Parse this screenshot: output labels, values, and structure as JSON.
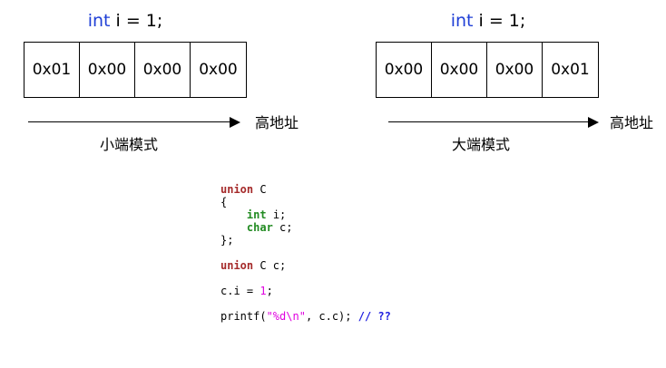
{
  "little_endian": {
    "decl_keyword": "int",
    "decl_rest": " i = 1;",
    "bytes": [
      "0x01",
      "0x00",
      "0x00",
      "0x00"
    ],
    "address_label": "高地址",
    "mode_label": "小端模式"
  },
  "big_endian": {
    "decl_keyword": "int",
    "decl_rest": " i = 1;",
    "bytes": [
      "0x00",
      "0x00",
      "0x00",
      "0x01"
    ],
    "address_label": "高地址",
    "mode_label": "大端模式"
  },
  "code": {
    "union_kw": "union",
    "union_name": " C",
    "open_brace": "{",
    "int_kw": "int",
    "int_member": " i;",
    "char_kw": "char",
    "char_member": " c;",
    "close_brace": "};",
    "decl_kw": "union",
    "decl_rest": " C c;",
    "assign_pre": "c.i = ",
    "assign_num": "1",
    "assign_post": ";",
    "printf_pre": "printf(",
    "printf_str": "\"%d\\n\"",
    "printf_post": ", c.c); ",
    "comment": "// ??"
  },
  "colors": {
    "int_keyword": "#1f3fd6",
    "code_keyword_red": "#a52a2a",
    "code_keyword_green": "#228b22",
    "literal": "#e000e0",
    "comment": "#2020e0"
  }
}
